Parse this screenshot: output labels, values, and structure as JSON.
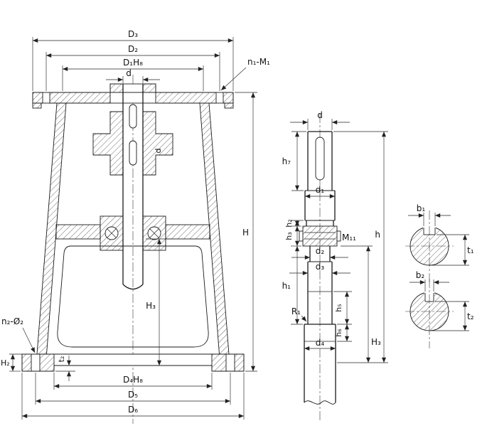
{
  "colors": {
    "line": "#1a1a1a",
    "background": "#ffffff"
  },
  "labels": {
    "housing": {
      "D3": "D₃",
      "D2": "D₂",
      "D1H8": "D₁H₈",
      "d": "d",
      "n1M1": "n₁-M₁",
      "H": "H",
      "H3": "H₃",
      "H2": "H₂",
      "t2": "t₂",
      "n2phi2": "n₂-Ø₂",
      "D4H8": "D₄H₈",
      "D5": "D₅",
      "D6": "D₆",
      "d_inner": "d"
    },
    "shaft": {
      "d": "d",
      "h7": "h₇",
      "d1": "d₁",
      "h2": "h₂",
      "h3": "h₃",
      "M11": "M₁₁",
      "d2": "d₂",
      "d3": "d₃",
      "h1": "h₁",
      "R1": "R₁",
      "h5": "h₅",
      "h6": "h₆",
      "d4": "d₄",
      "H3": "H₃",
      "h": "h"
    },
    "sections": {
      "b1": "b₁",
      "t1": "t₁",
      "b2": "b₂",
      "t2": "t₂"
    }
  }
}
